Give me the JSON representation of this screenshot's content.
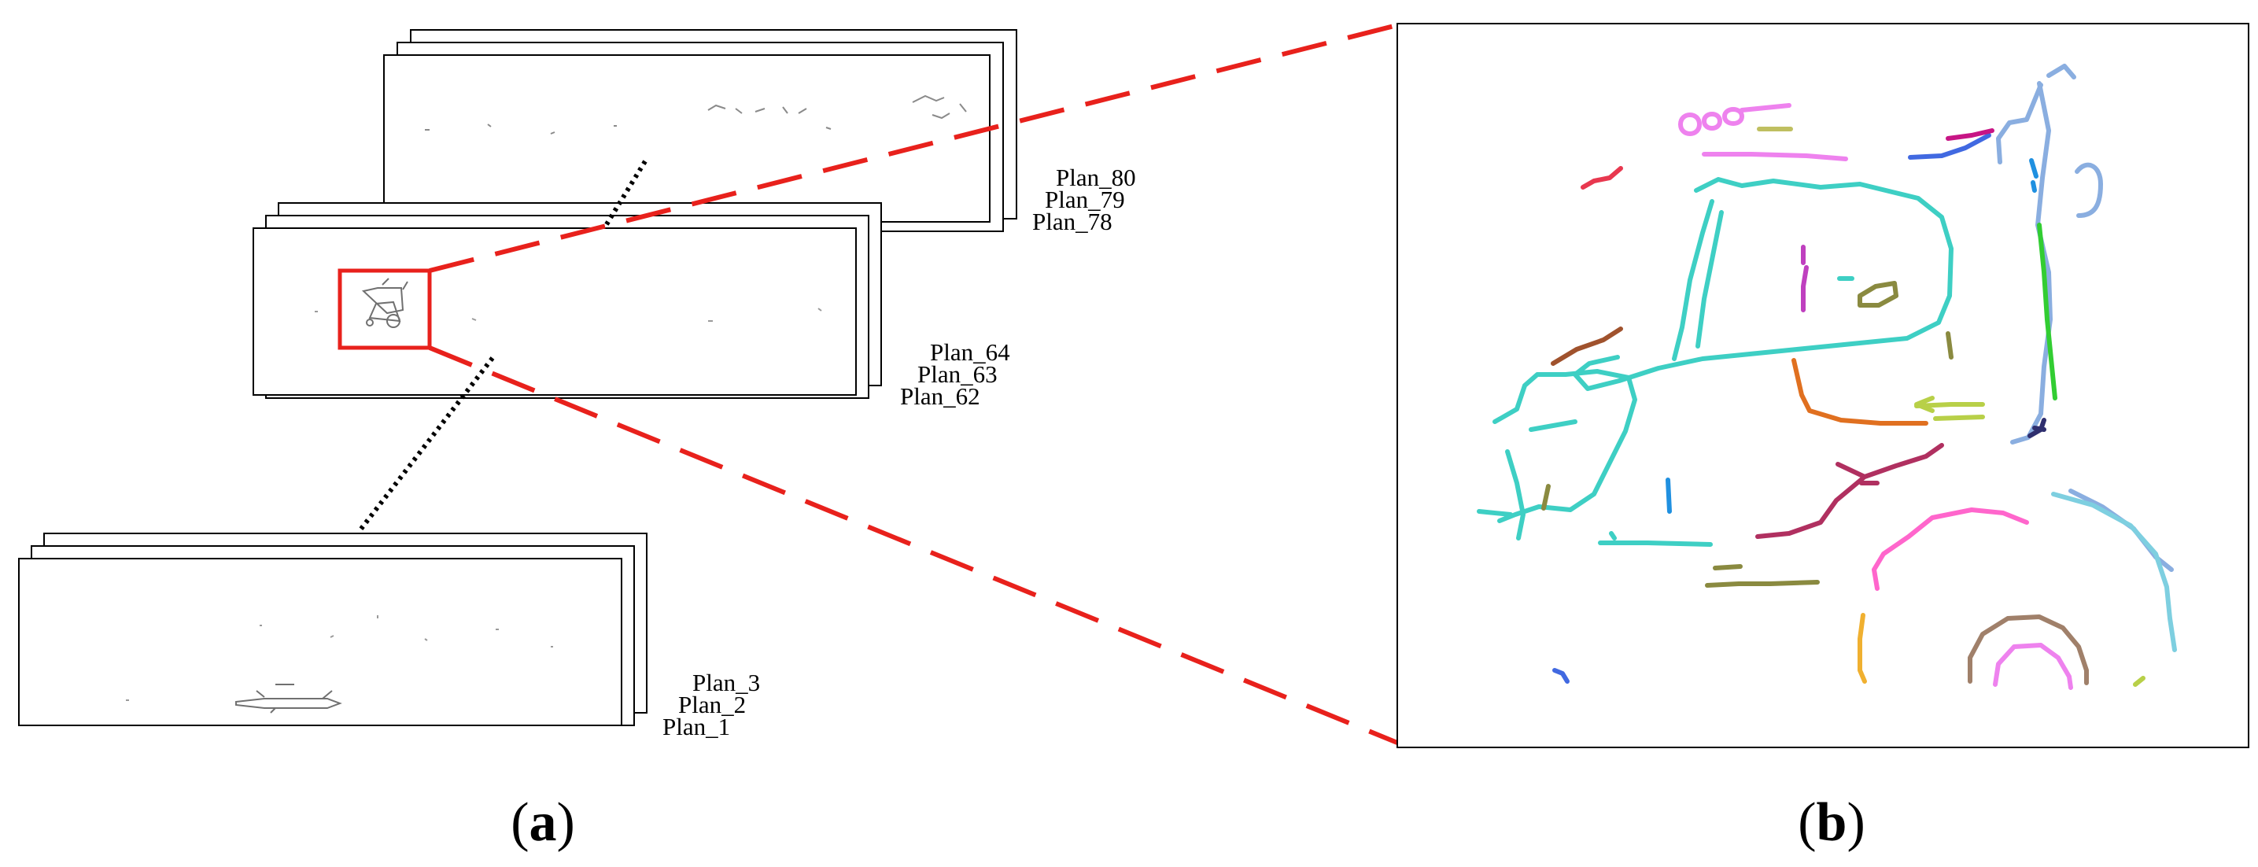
{
  "panel_a": {
    "caption_open": "(",
    "caption_letter": "a",
    "caption_close": ")",
    "stack_top_labels": [
      "Plan_80",
      "Plan_79",
      "Plan_78"
    ],
    "stack_mid_labels": [
      "Plan_64",
      "Plan_63",
      "Plan_62"
    ],
    "stack_bottom_labels": [
      "Plan_3",
      "Plan_2",
      "Plan_1"
    ]
  },
  "panel_b": {
    "caption_open": "(",
    "caption_letter": "b",
    "caption_close": ")"
  },
  "colors": {
    "zoom_box": "#e8211c",
    "zoom_lines": "#e8211c",
    "connector": "#000000",
    "frame": "#000000",
    "contour_colors": [
      "#3ecfc4",
      "#ee82ee",
      "#bfbf60",
      "#e8384f",
      "#4169e1",
      "#c71585",
      "#2090e0",
      "#a0522d",
      "#32cd32",
      "#e07020",
      "#b03060",
      "#bf40bf",
      "#8a8a40",
      "#2f2f6f",
      "#7ecfe0",
      "#f0b030",
      "#a0806a",
      "#ff66cc",
      "#8aaee0",
      "#b8d048"
    ]
  }
}
